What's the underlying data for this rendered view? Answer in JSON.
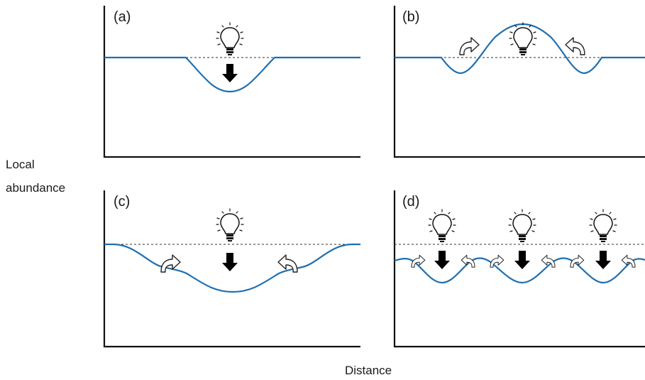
{
  "axes": {
    "ylabel_line1": "Local",
    "ylabel_line2": "abundance",
    "xlabel": "Distance"
  },
  "panels": [
    {
      "id": "a",
      "label": "(a)"
    },
    {
      "id": "b",
      "label": "(b)"
    },
    {
      "id": "c",
      "label": "(c)"
    },
    {
      "id": "d",
      "label": "(d)"
    }
  ],
  "colors": {
    "curve": "#1f6fb0",
    "baseline": "#333333",
    "axis": "#111111",
    "arrow_fill": "#000000"
  },
  "icons": [
    "light-bulb-icon",
    "down-arrow-icon",
    "curved-arrow-icon"
  ]
}
